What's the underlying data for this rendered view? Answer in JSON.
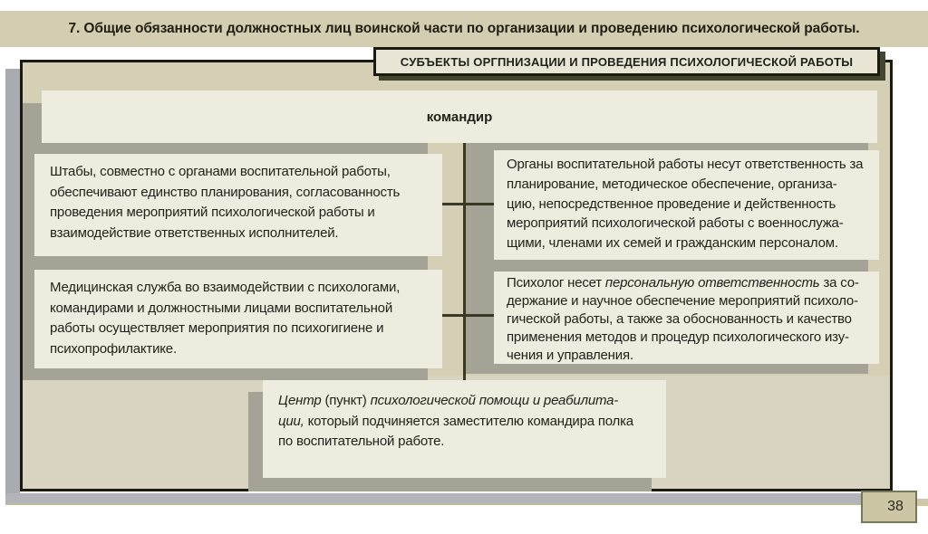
{
  "slide": {
    "title": "7. Общие обязанности должностных лиц воинской части по организации и проведению психологической работы.",
    "page_number": "38"
  },
  "diagram": {
    "header": "СУБЪЕКТЫ ОРГПНИЗАЦИИ И ПРОВЕДЕНИЯ ПСИХОЛОГИЧЕСКОЙ РАБОТЫ",
    "commander_label": "командир",
    "staffs_text": "Штабы, совместно с органами воспитательной работы,\nобеспечивают единство планирования, согласованность\nпроведения мероприятий психологической работы и\nвзаимодействие ответственных исполнителей.",
    "education_organs_text": "Органы воспитательной работы несут ответственность за\nпланирование, методическое обеспечение, организа-\nцию, непосредственное проведение и действенность\nмероприятий психологической работы с военнослужа-\nщими, членами их семей и гражданским персоналом.",
    "medical_service_text": "Медицинская служба во взаимодействии с психологами,\nкомандирами и должностными лицами воспитательной\nработы осуществляет мероприятия по психогигиене и\nпсихопрофилактике.",
    "psychologist": {
      "lead": "Психолог несет ",
      "emphasis_italic": "персональную ответственность",
      "rest": " за со-\nдержание и научное обеспечение мероприятий психоло-\nгической работы, а также за обоснованность и качество\nприменения методов и процедур психологического изу-\nчения и управления."
    },
    "center": {
      "name_italic": "Центр",
      "middle": " (пункт) ",
      "subject_italic": "психологической помощи и реабилита-\nции,",
      "rest": " который подчиняется заместителю командира полка\nпо воспитательной работе."
    },
    "colors": {
      "title_bar_bg": "#d3cdb1",
      "frame_bg": "#d5cfb6",
      "frame_bg_bottom": "#d9d4c1",
      "box_bg": "#eeecdf",
      "shadow_gray": "#a5a396",
      "outer_shadow": "#aaaab1",
      "frame_border": "#1b1a11",
      "connector_line": "#3a3926",
      "page_badge_bg": "#ccc6a5",
      "text": "#23221a"
    }
  }
}
